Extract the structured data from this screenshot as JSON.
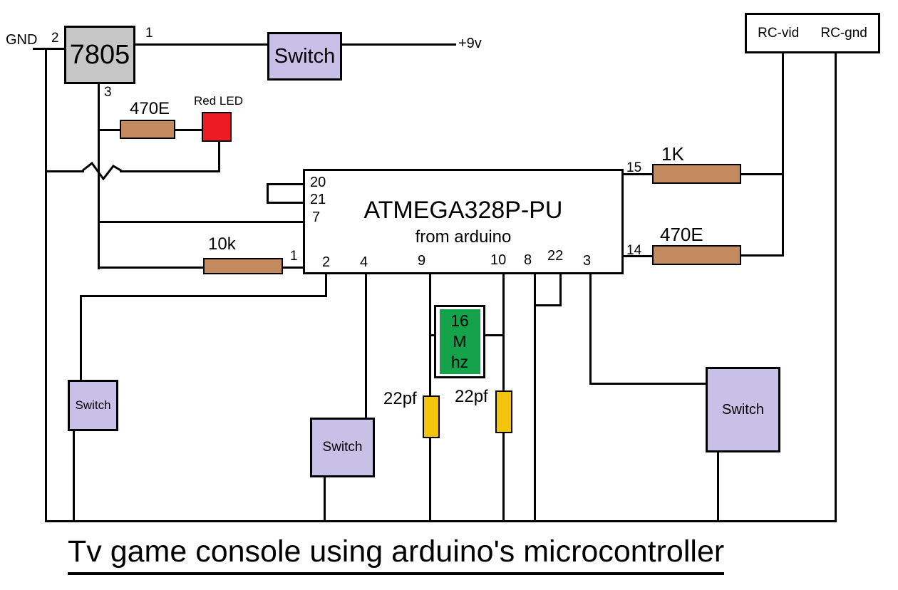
{
  "title": "Tv game console using arduino's microcontroller",
  "power": {
    "gnd": "GND",
    "regulator": "7805",
    "pin1": "1",
    "pin2": "2",
    "pin3": "3",
    "switch": "Switch",
    "rail": "+9v"
  },
  "led_branch": {
    "resistor": "470E",
    "led": "Red LED"
  },
  "mcu": {
    "name": "ATMEGA328P-PU",
    "subtitle": "from arduino",
    "reset_resistor": "10k",
    "pin1": "1",
    "pin20": "20",
    "pin21": "21",
    "pin7": "7",
    "pin2": "2",
    "pin4": "4",
    "pin9": "9",
    "pin10": "10",
    "pin8": "8",
    "pin22": "22",
    "pin3": "3",
    "pin15": "15",
    "pin14": "14"
  },
  "video": {
    "r1k": "1K",
    "r470": "470E",
    "rc_vid": "RC-vid",
    "rc_gnd": "RC-gnd"
  },
  "oscillator": {
    "crystal_line1": "16",
    "crystal_line2": "M",
    "crystal_line3": "hz",
    "cap_left": "22pf",
    "cap_right": "22pf"
  },
  "switches": {
    "left": "Switch",
    "middle": "Switch",
    "right": "Switch"
  },
  "colors": {
    "wire": "#000000",
    "regulator_fill": "#c6c6c6",
    "switch_fill": "#c9c0e8",
    "resistor_fill": "#c38a5f",
    "led_fill": "#ed1b24",
    "crystal_fill": "#14a24a",
    "cap_fill": "#f2c40d"
  }
}
